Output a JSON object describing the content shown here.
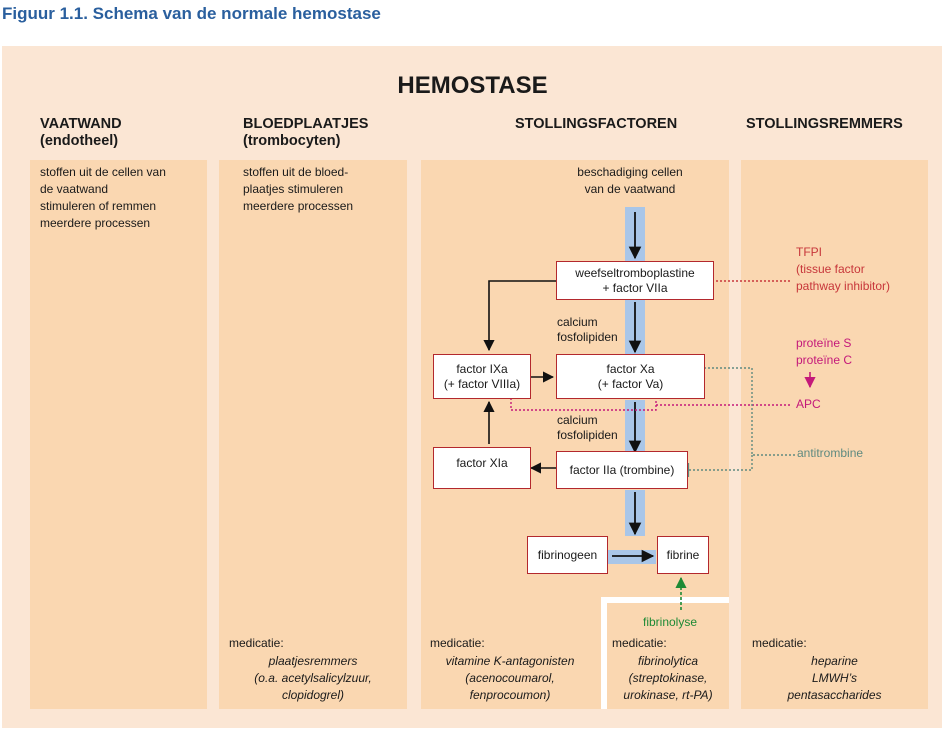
{
  "figure_title": "Figuur 1.1. Schema van de normale hemostase",
  "main_title": "HEMOSTASE",
  "columns": [
    {
      "title": "VAATWAND",
      "subtitle": "(endotheel)",
      "description": [
        "stoffen uit de cellen van",
        "de vaatwand",
        "stimuleren of remmen",
        "meerdere processen"
      ]
    },
    {
      "title": "BLOEDPLAATJES",
      "subtitle": "(trombocyten)",
      "description": [
        "stoffen uit de bloed-",
        "plaatjes stimuleren",
        "meerdere processen"
      ]
    },
    {
      "title": "STOLLINGSFACTOREN",
      "subtitle": "",
      "description": [
        "beschadiging cellen",
        "van de vaatwand"
      ]
    },
    {
      "title": "STOLLINGSREMMERS",
      "subtitle": "",
      "description": []
    }
  ],
  "boxes": {
    "weefsel": [
      "weefseltromboplastine",
      "+ factor VIIa"
    ],
    "factor_ixa": [
      "factor IXa",
      "(+ factor VIIIa)"
    ],
    "factor_xa": [
      "factor Xa",
      "(+ factor Va)"
    ],
    "factor_xia": [
      "factor XIa"
    ],
    "factor_iia": [
      "factor IIa (trombine)"
    ],
    "fibrinogeen": [
      "fibrinogeen"
    ],
    "fibrine": [
      "fibrine"
    ]
  },
  "cofactor_labels": {
    "first": [
      "calcium",
      "fosfolipiden"
    ],
    "second": [
      "calcium",
      "fosfolipiden"
    ]
  },
  "inhibitors": {
    "tfpi": [
      "TFPI",
      "(tissue factor",
      "pathway inhibitor)"
    ],
    "protein": [
      "proteïne S",
      "proteïne C"
    ],
    "apc": "APC",
    "antitrombine": "antitrombine",
    "fibrinolyse": "fibrinolyse"
  },
  "medication": {
    "header": "medicatie:",
    "bloedplaatjes": [
      "plaatjesremmers",
      "(o.a. acetylsalicylzuur,",
      "clopidogrel)"
    ],
    "stollingsfactoren": [
      "vitamine K-antagonisten",
      "(acenocoumarol,",
      "fenprocoumon)"
    ],
    "fibrinolyse": [
      "fibrinolytica",
      "(streptokinase,",
      "urokinase, rt-PA)"
    ],
    "stollingsremmers": [
      "heparine",
      "LMWH’s",
      "pentasaccharides"
    ]
  },
  "colors": {
    "title_blue": "#2a5f9e",
    "background": "#fbe6d4",
    "column": "#fad7b1",
    "box_border": "#b3282d",
    "flow_blue": "#a9c6e8",
    "tfpi_red": "#c7363a",
    "protein_magenta": "#c4197a",
    "antitrombine_teal": "#5f8a80",
    "fibrinolyse_green": "#1e8a35"
  }
}
